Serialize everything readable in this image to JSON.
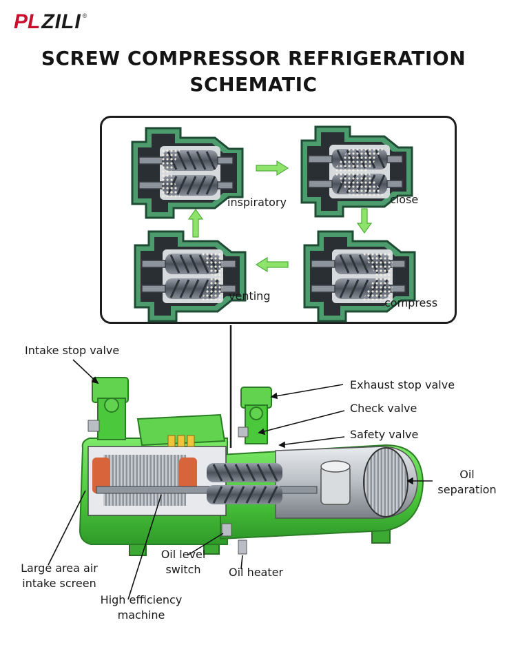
{
  "logo": {
    "mark": "PL",
    "text": "ZILI",
    "reg": "®"
  },
  "title": {
    "line1": "SCREW COMPRESSOR REFRIGERATION",
    "line2": "SCHEMATIC"
  },
  "cycle": {
    "steps": [
      {
        "id": "inspiratory",
        "label": "inspiratory"
      },
      {
        "id": "close",
        "label": "close"
      },
      {
        "id": "compress",
        "label": "compress"
      },
      {
        "id": "venting",
        "label": "venting"
      }
    ]
  },
  "callouts": {
    "intake_stop_valve": "Intake stop valve",
    "exhaust_stop_valve": "Exhaust stop valve",
    "check_valve": "Check valve",
    "safety_valve": "Safety valve",
    "oil_separation_1": "Oil",
    "oil_separation_2": "separation",
    "large_area_1": "Large area air",
    "large_area_2": "intake screen",
    "oil_level_1": "Oil level",
    "oil_level_2": "switch",
    "oil_heater": "Oil heater",
    "high_eff_1": "High efficiency",
    "high_eff_2": "machine"
  },
  "colors": {
    "brand_red": "#c8102e",
    "unit_green": "#5bd64a",
    "unit_green_dark": "#2f8f2a",
    "arrow_green": "#8ee36a",
    "teal_housing": "#3f8f62",
    "rotor_grey": "#5f6570"
  }
}
